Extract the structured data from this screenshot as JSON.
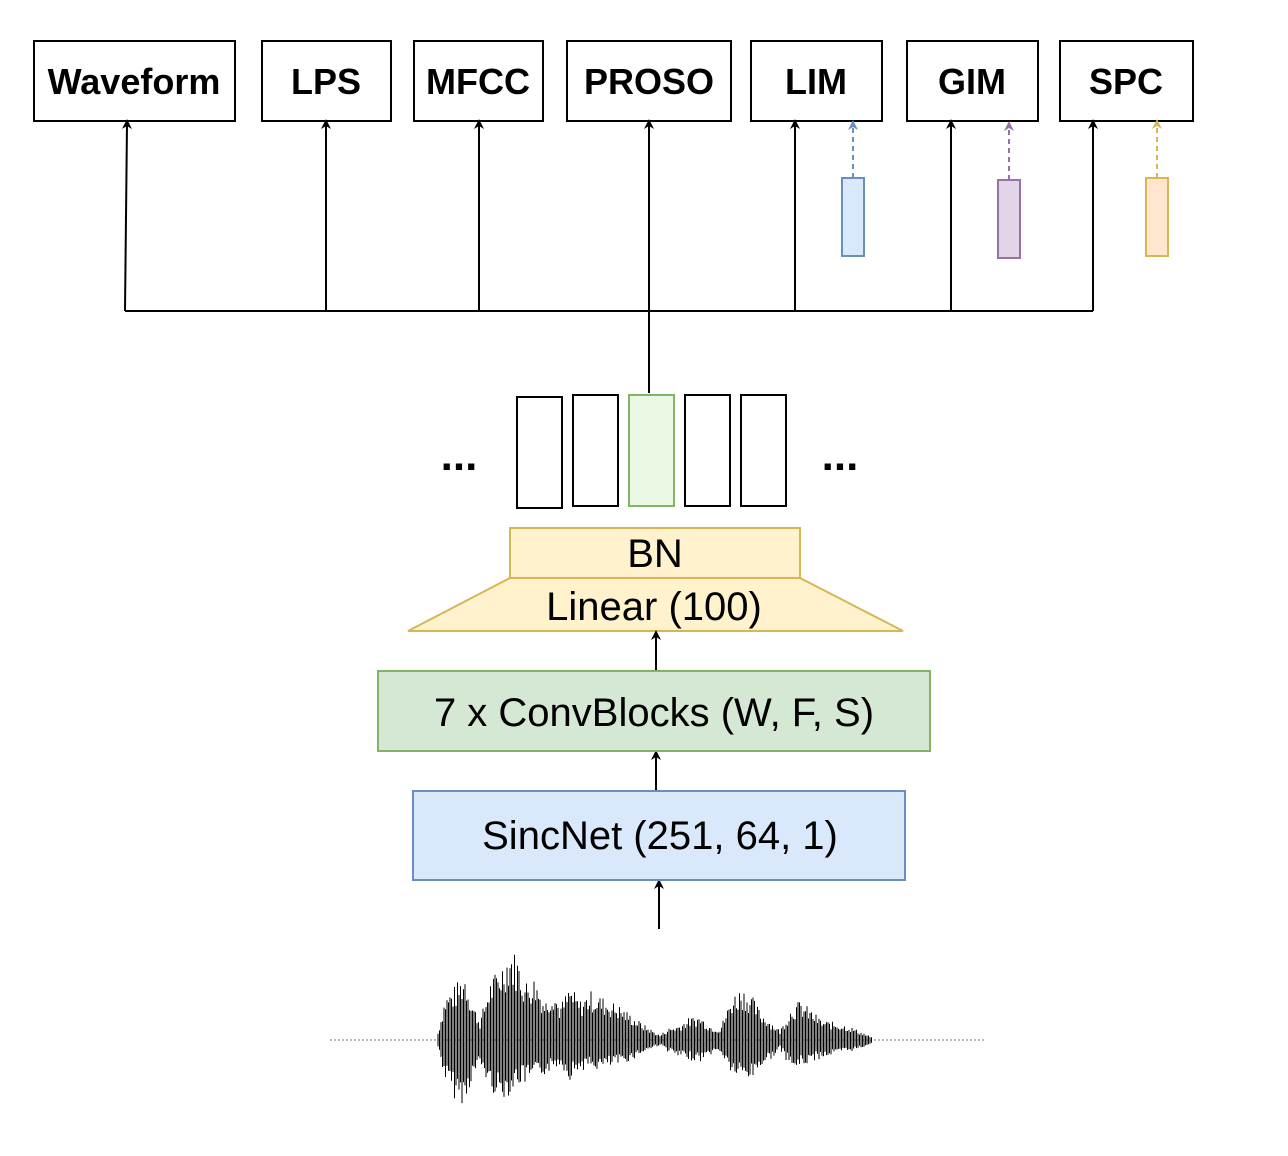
{
  "workers": [
    {
      "id": "waveform",
      "label": "Waveform"
    },
    {
      "id": "lps",
      "label": "LPS"
    },
    {
      "id": "mfcc",
      "label": "MFCC"
    },
    {
      "id": "proso",
      "label": "PROSO"
    },
    {
      "id": "lim",
      "label": "LIM"
    },
    {
      "id": "gim",
      "label": "GIM"
    },
    {
      "id": "spc",
      "label": "SPC"
    }
  ],
  "encoder": {
    "bn_label": "BN",
    "linear_label": "Linear (100)",
    "convblocks_label": "7 x ConvBlocks (W, F, S)",
    "sincnet_label": "SincNet (251, 64, 1)"
  },
  "embedding_sequence": {
    "left_ellipsis": "...",
    "right_ellipsis": "..."
  },
  "colors": {
    "lim_sample": "#6c8ebf",
    "lim_sample_fill": "#dae8fc",
    "gim_sample": "#9673a6",
    "gim_sample_fill": "#e1d5e7",
    "spc_sample": "#d6b656",
    "spc_sample_fill": "#fff2cc",
    "highlight_frame": "#82b366",
    "highlight_frame_fill": "#eaf9e4",
    "bn_linear_fill": "#fff2cc",
    "bn_linear_stroke": "#d6b656",
    "conv_fill": "#d5e8d4",
    "conv_stroke": "#82b366",
    "sinc_fill": "#dae8fc",
    "sinc_stroke": "#6c8ebf"
  }
}
